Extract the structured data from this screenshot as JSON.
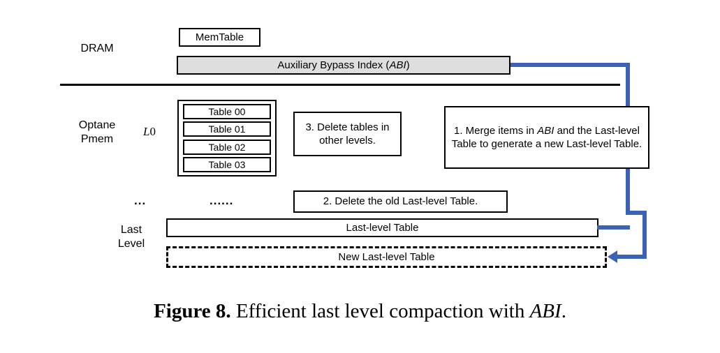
{
  "figure": {
    "caption_label": "Figure 8.",
    "caption_text": " Efficient last level compaction with ",
    "caption_italic": "ABI",
    "caption_end": "."
  },
  "tiers": {
    "dram_label": "DRAM",
    "optane_label_line1": "Optane",
    "optane_label_line2": "Pmem",
    "level_zero_label_italic": "L",
    "level_zero_label_num": "0",
    "last_level_line1": "Last",
    "last_level_line2": "Level"
  },
  "dram": {
    "memtable_label": "MemTable",
    "abi_label": "Auxiliary Bypass Index (",
    "abi_italic": "ABI",
    "abi_label_end": ")"
  },
  "l0": {
    "tables": [
      {
        "label": "Table 00"
      },
      {
        "label": "Table 01"
      },
      {
        "label": "Table 02"
      },
      {
        "label": "Table 03"
      }
    ]
  },
  "middle_row": {
    "dots_short": "...",
    "dots_long": "......"
  },
  "notes": [
    {
      "id": "step-1",
      "text_before": "1. Merge items in ",
      "italic": "ABI",
      "text_after": " and the Last-level Table to generate a new Last-level Table."
    },
    {
      "id": "step-2",
      "text": "2. Delete the old Last-level Table."
    },
    {
      "id": "step-3",
      "text": "3. Delete tables in other levels."
    }
  ],
  "last_level": {
    "old_table_label": "Last-level Table",
    "new_table_label": "New Last-level Table"
  },
  "colors": {
    "connector_blue": "#3A62B5",
    "abi_fill": "#DEDEDE",
    "stroke": "#000000",
    "background": "#FFFFFF"
  }
}
